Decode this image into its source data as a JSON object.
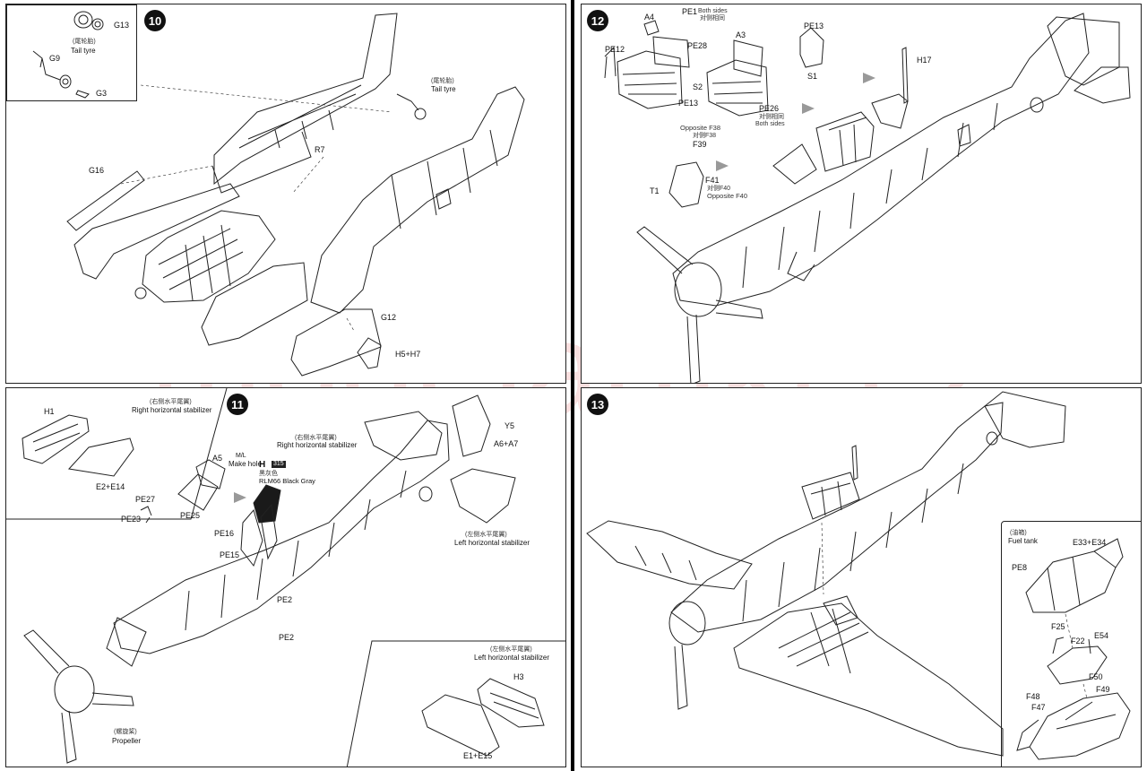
{
  "watermark": "modelartikl.cz",
  "steps": {
    "s10": {
      "number": "10",
      "tail_tyre_cn": "(尾轮胎)",
      "tail_tyre": "Tail tyre",
      "g13": "G13",
      "g9": "G9",
      "g3": "G3",
      "tail_tyre2_cn": "(尾轮胎)",
      "tail_tyre2": "Tail tyre",
      "r7": "R7",
      "g16": "G16",
      "g12": "G12",
      "h5h7": "H5+H7"
    },
    "s11": {
      "number": "11",
      "rhs_cn": "(右侧水平尾翼)",
      "rhs": "Right horizontal stabilizer",
      "h1": "H1",
      "e2e14": "E2+E14",
      "pe27": "PE27",
      "pe23": "PE23",
      "pe25": "PE25",
      "a5": "A5",
      "make_hole_mm": "M/L",
      "make_hole": "Make hole",
      "paint_code": "H",
      "paint_num": "315",
      "paint_cn": "黑灰色",
      "paint_name": "RLM66 Black Gray",
      "rhs2_cn": "(右侧水平尾翼)",
      "rhs2": "Right horizontal stabilizer",
      "y5": "Y5",
      "a6a7": "A6+A7",
      "lhs_cn": "(左侧水平尾翼)",
      "lhs": "Left horizontal stabilizer",
      "pe16": "PE16",
      "pe15": "PE15",
      "pe2a": "PE2",
      "pe2b": "PE2",
      "prop_cn": "(螺旋桨)",
      "prop": "Propeller",
      "lhs2_cn": "(左侧水平尾翼)",
      "lhs2": "Left horizontal stabilizer",
      "h3": "H3",
      "e1e15": "E1+E15"
    },
    "s12": {
      "number": "12",
      "a4": "A4",
      "pe1": "PE1",
      "both_sides": "Both sides",
      "both_sides_cn": "对侧相同",
      "pe12": "PE12",
      "pe28": "PE28",
      "s2": "S2",
      "pe13a": "PE13",
      "a3": "A3",
      "pe26": "PE26",
      "pe26_cn": "对侧相同",
      "pe26_both": "Both sides",
      "pe13b": "PE13",
      "s1": "S1",
      "h17": "H17",
      "opp_f38": "Opposite F38",
      "opp_f38_cn": "对侧F38",
      "f39": "F39",
      "t1": "T1",
      "f41": "F41",
      "opp_f40_cn": "对侧F40",
      "opp_f40": "Opposite F40"
    },
    "s13": {
      "number": "13",
      "fuel_cn": "(油箱)",
      "fuel": "Fuel tank",
      "e33e34": "E33+E34",
      "pe8": "PE8",
      "f25": "F25",
      "f22": "F22",
      "e54": "E54",
      "f50": "F50",
      "f48": "F48",
      "f49": "F49",
      "f47": "F47"
    }
  }
}
